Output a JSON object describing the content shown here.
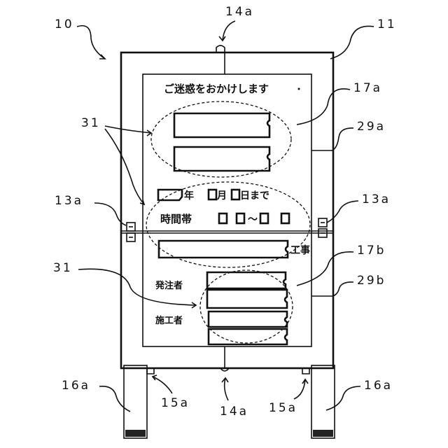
{
  "labels": {
    "ref_10": "10",
    "ref_11": "11",
    "ref_14a_top": "14a",
    "ref_14a_bottom": "14a",
    "ref_17a": "17a",
    "ref_17b": "17b",
    "ref_29a": "29a",
    "ref_29b": "29b",
    "ref_31_top": "31",
    "ref_31_bottom": "31",
    "ref_13a_left": "13a",
    "ref_13a_right": "13a",
    "ref_16a_left": "16a",
    "ref_16a_right": "16a",
    "ref_15a_left": "15a",
    "ref_15a_right": "15a"
  },
  "board_text": {
    "heading": "ご迷惑をおかけします",
    "year": "年",
    "month": "月",
    "day_until": "日まで",
    "time_label": "時間帯",
    "time_range": "～",
    "suffix": "工事",
    "orderer": "発注者",
    "contractor": "施工者"
  },
  "colors": {
    "ink": "#111111",
    "paper": "#ffffff",
    "foot": "#222222"
  }
}
